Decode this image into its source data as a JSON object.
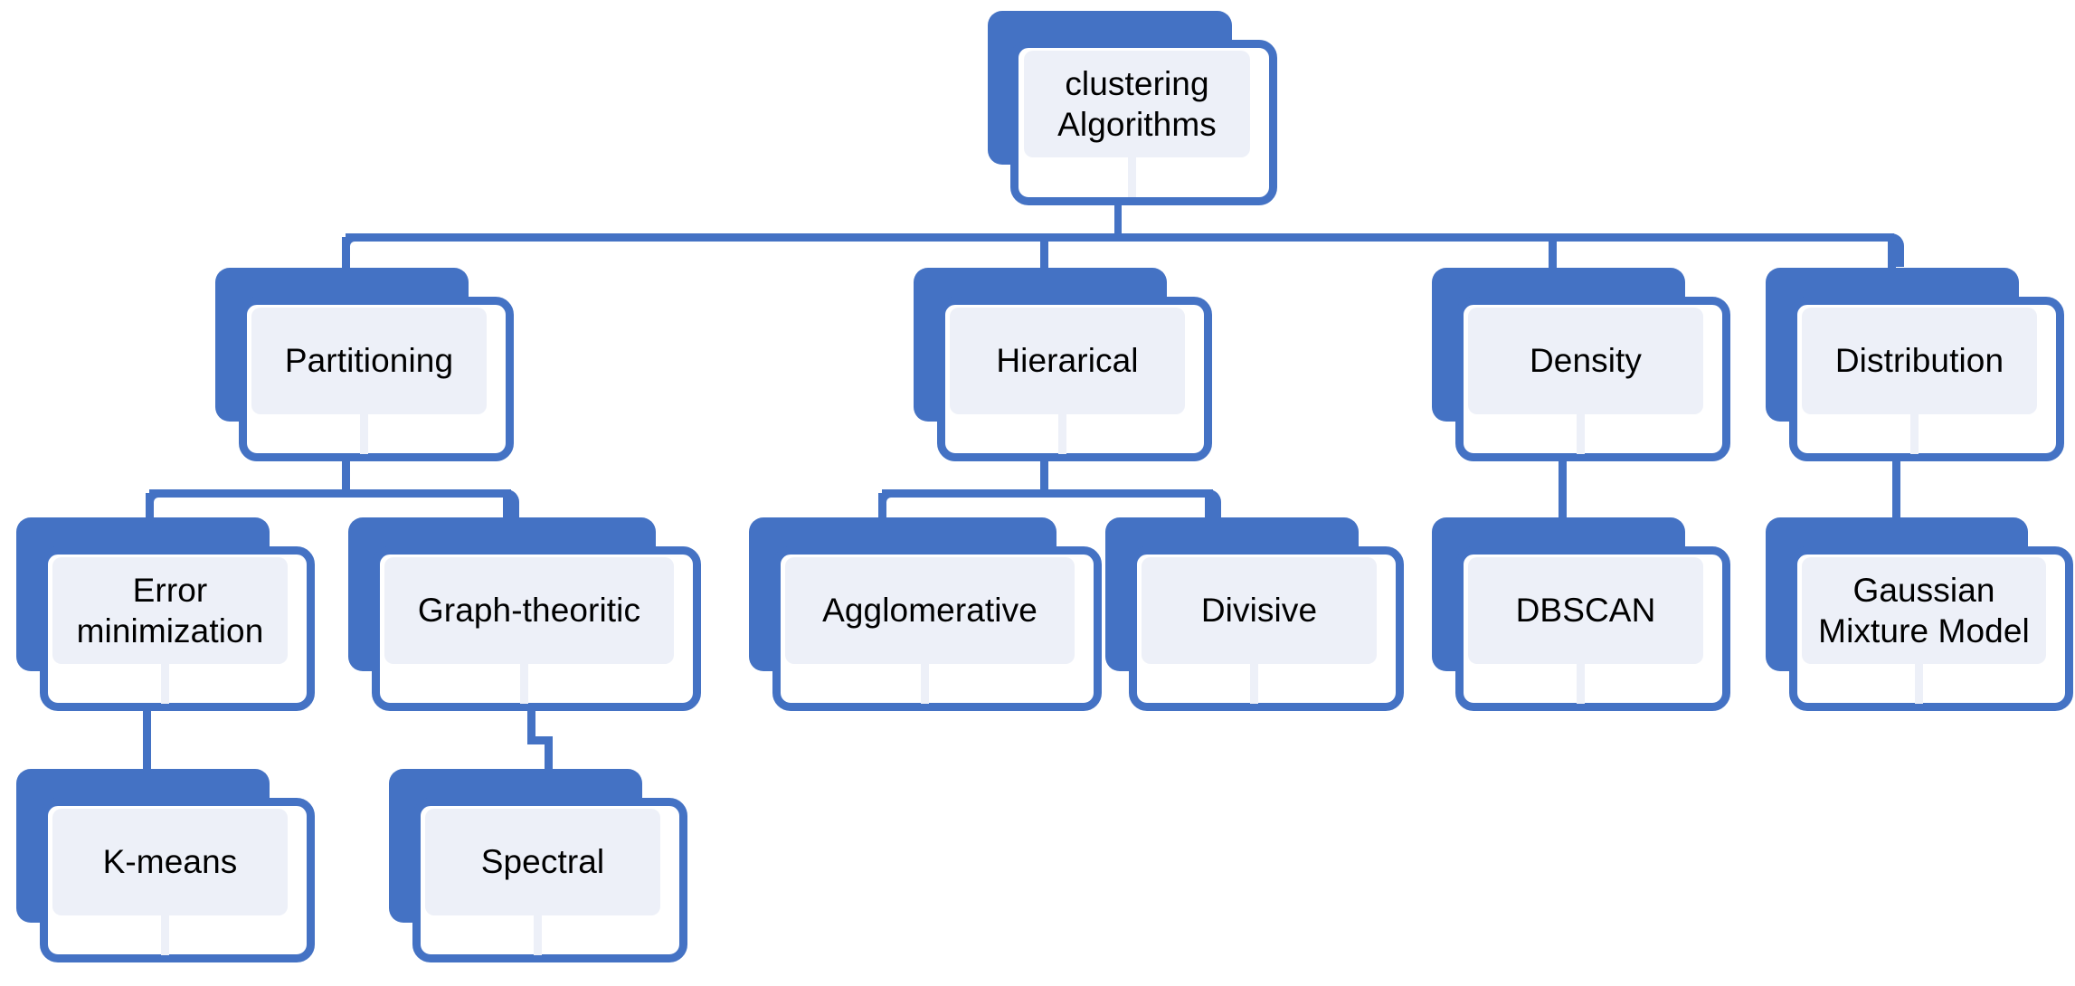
{
  "diagram": {
    "title": "clustering Algorithms taxonomy",
    "type": "tree",
    "colors": {
      "node_plate": "#4472C4",
      "node_border": "#4472C4",
      "node_card": "#FFFFFF",
      "node_fill": "#EDF0F8",
      "connector": "#4472C4",
      "label_text": "#000000",
      "background": "#FFFFFF"
    }
  },
  "nodes": {
    "root": {
      "label": "clustering\nAlgorithms"
    },
    "level1": [
      {
        "label": "Partitioning"
      },
      {
        "label": "Hierarical"
      },
      {
        "label": "Density"
      },
      {
        "label": "Distribution"
      }
    ],
    "level2": [
      {
        "label": "Error\nminimization"
      },
      {
        "label": "Graph-theoritic"
      },
      {
        "label": "Agglomerative"
      },
      {
        "label": "Divisive"
      },
      {
        "label": "DBSCAN"
      },
      {
        "label": "Gaussian\nMixture Model"
      }
    ],
    "level3": [
      {
        "label": "K-means"
      },
      {
        "label": "Spectral"
      }
    ]
  },
  "edges": [
    {
      "from": "clustering Algorithms",
      "to": "Partitioning"
    },
    {
      "from": "clustering Algorithms",
      "to": "Hierarical"
    },
    {
      "from": "clustering Algorithms",
      "to": "Density"
    },
    {
      "from": "clustering Algorithms",
      "to": "Distribution"
    },
    {
      "from": "Partitioning",
      "to": "Error minimization"
    },
    {
      "from": "Partitioning",
      "to": "Graph-theoritic"
    },
    {
      "from": "Hierarical",
      "to": "Agglomerative"
    },
    {
      "from": "Hierarical",
      "to": "Divisive"
    },
    {
      "from": "Density",
      "to": "DBSCAN"
    },
    {
      "from": "Distribution",
      "to": "Gaussian Mixture Model"
    },
    {
      "from": "Error minimization",
      "to": "K-means"
    },
    {
      "from": "Graph-theoritic",
      "to": "Spectral"
    }
  ]
}
